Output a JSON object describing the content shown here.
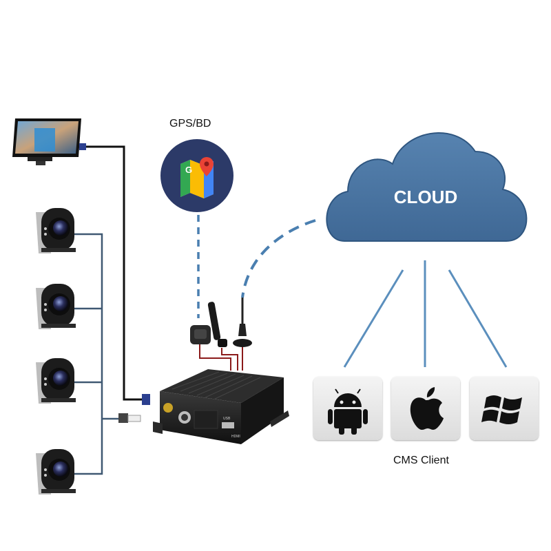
{
  "labels": {
    "gps": "GPS/BD",
    "cloud": "CLOUD",
    "cms_client": "CMS Client",
    "usb": "USB",
    "hdmi": "HDMI"
  },
  "nodes": {
    "monitor": {
      "icon": "monitor-icon"
    },
    "cameras": [
      {
        "icon": "camera-icon"
      },
      {
        "icon": "camera-icon"
      },
      {
        "icon": "camera-icon"
      },
      {
        "icon": "camera-icon"
      }
    ],
    "gps": {
      "icon": "google-maps-icon"
    },
    "dvr": {
      "icon": "mobile-dvr-icon"
    },
    "cloud": {
      "icon": "cloud-icon"
    },
    "clients": [
      {
        "icon": "android-icon"
      },
      {
        "icon": "apple-icon"
      },
      {
        "icon": "windows-icon"
      }
    ]
  },
  "colors": {
    "cloud_fill": "#4b76a3",
    "dashed_link": "#4a7fb0",
    "client_link": "#5b8fbd",
    "camera_wire": "#3f5872",
    "monitor_wire": "#111111",
    "gps_circle": "#2c3a68",
    "dvr_body": "#1b1b1b"
  }
}
